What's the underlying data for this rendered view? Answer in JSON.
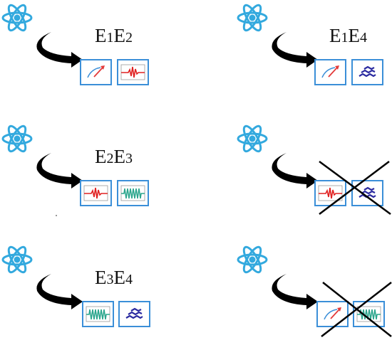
{
  "panels": [
    {
      "id": "p1",
      "label_parts": [
        "E",
        "1",
        "E",
        "2"
      ],
      "boxes": [
        "meter",
        "pulse-red"
      ],
      "crossed": false
    },
    {
      "id": "p2",
      "label_parts": [
        "E",
        "1",
        "E",
        "4"
      ],
      "boxes": [
        "meter",
        "wave-blue"
      ],
      "crossed": false
    },
    {
      "id": "p3",
      "label_parts": [
        "E",
        "2",
        "E",
        "3"
      ],
      "boxes": [
        "pulse-red",
        "pulse-green"
      ],
      "crossed": false
    },
    {
      "id": "p4",
      "label_parts": [
        "",
        "",
        "",
        ""
      ],
      "boxes": [
        "pulse-red",
        "wave-blue"
      ],
      "crossed": true
    },
    {
      "id": "p5",
      "label_parts": [
        "E",
        "3",
        "E",
        "4"
      ],
      "boxes": [
        "pulse-green",
        "wave-blue"
      ],
      "crossed": false
    },
    {
      "id": "p6",
      "label_parts": [
        "",
        "",
        "",
        ""
      ],
      "boxes": [
        "meter",
        "pulse-green"
      ],
      "crossed": true
    }
  ],
  "colors": {
    "atom": "#33a9de",
    "box_border": "#3b8fd8",
    "meter": "#e33b3b",
    "pulse_red": "#e02020",
    "pulse_green": "#2aa58c",
    "wave_blue": "#2a2aa0",
    "arrow": "#000000",
    "cross": "#000000"
  },
  "icons": [
    "atom-icon",
    "curved-arrow-icon",
    "meter-icon",
    "pulse-red-icon",
    "pulse-green-icon",
    "wave-blue-icon"
  ]
}
